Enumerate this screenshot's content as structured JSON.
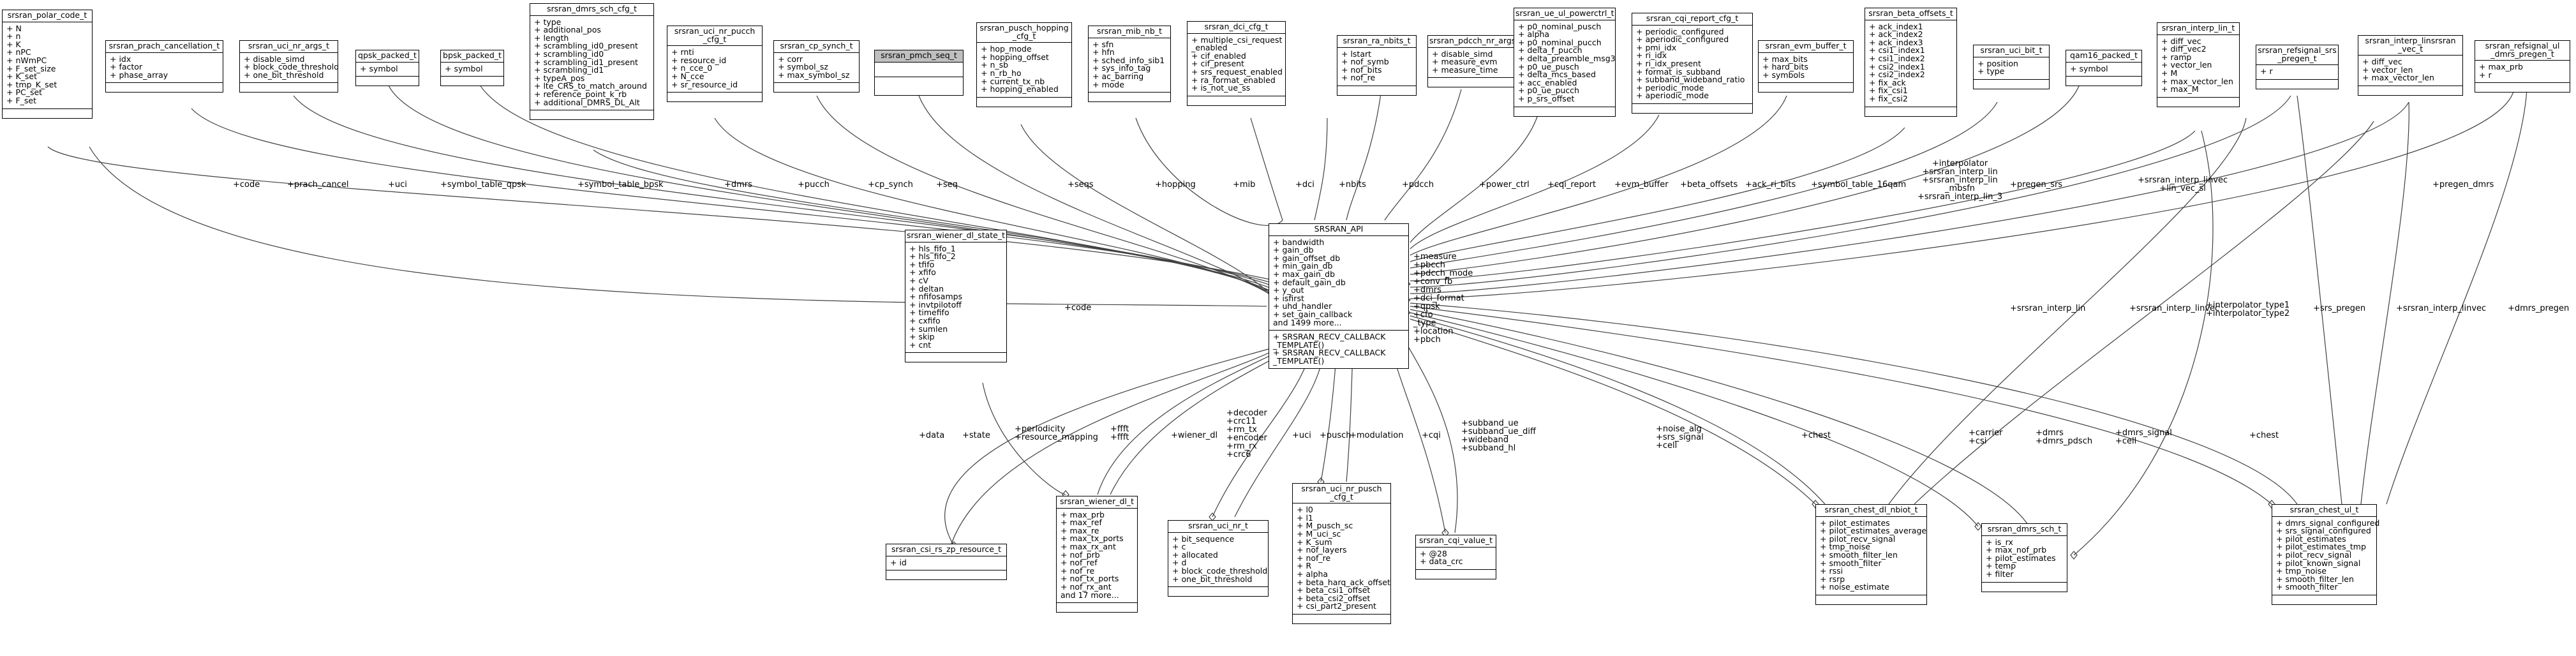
{
  "nodes": {
    "polar_code": {
      "title": "srsran_polar_code_t",
      "attrs": [
        "+ N",
        "+ n",
        "+ K",
        "+ nPC",
        "+ nWmPC",
        "+ F_set_size",
        "+ K_set",
        "+ tmp_K_set",
        "+ PC_set",
        "+ F_set"
      ]
    },
    "prach_cancellation": {
      "title": "srsran_prach_cancellation_t",
      "attrs": [
        "+ idx",
        "+ factor",
        "+ phase_array"
      ]
    },
    "uci_nr_args": {
      "title": "srsran_uci_nr_args_t",
      "attrs": [
        "+ disable_simd",
        "+ block_code_threshold",
        "+ one_bit_threshold"
      ]
    },
    "qpsk_packed": {
      "title": "qpsk_packed_t",
      "attrs": [
        "+ symbol"
      ]
    },
    "bpsk_packed": {
      "title": "bpsk_packed_t",
      "attrs": [
        "+ symbol"
      ]
    },
    "dmrs_sch_cfg": {
      "title": "srsran_dmrs_sch_cfg_t",
      "attrs": [
        "+ type",
        "+ additional_pos",
        "+ length",
        "+ scrambling_id0_present",
        "+ scrambling_id0",
        "+ scrambling_id1_present",
        "+ scrambling_id1",
        "+ typeA_pos",
        "+ lte_CRS_to_match_around",
        "+ reference_point_k_rb",
        "+ additional_DMRS_DL_Alt"
      ]
    },
    "uci_nr_pucch": {
      "title": "srsran_uci_nr_pucch\n_cfg_t",
      "attrs": [
        "+ rnti",
        "+ resource_id",
        "+ n_cce_0",
        "+ N_cce",
        "+ sr_resource_id"
      ]
    },
    "cp_synch": {
      "title": "srsran_cp_synch_t",
      "attrs": [
        "+ corr",
        "+ symbol_sz",
        "+ max_symbol_sz"
      ]
    },
    "pmch_seq": {
      "title": "srsran_pmch_seq_t",
      "attrs": []
    },
    "pusch_hopping": {
      "title": "srsran_pusch_hopping\n_cfg_t",
      "attrs": [
        "+ hop_mode",
        "+ hopping_offset",
        "+ n_sb",
        "+ n_rb_ho",
        "+ current_tx_nb",
        "+ hopping_enabled"
      ]
    },
    "mib_nb": {
      "title": "srsran_mib_nb_t",
      "attrs": [
        "+ sfn",
        "+ hfn",
        "+ sched_info_sib1",
        "+ sys_info_tag",
        "+ ac_barring",
        "+ mode"
      ]
    },
    "dci_cfg": {
      "title": "srsran_dci_cfg_t",
      "attrs": [
        "+ multiple_csi_request\n_enabled",
        "+ cif_enabled",
        "+ cif_present",
        "+ srs_request_enabled",
        "+ ra_format_enabled",
        "+ is_not_ue_ss"
      ]
    },
    "ra_nbits": {
      "title": "srsran_ra_nbits_t",
      "attrs": [
        "+ lstart",
        "+ nof_symb",
        "+ nof_bits",
        "+ nof_re"
      ]
    },
    "pdcch_nr_args": {
      "title": "srsran_pdcch_nr_args_t",
      "attrs": [
        "+ disable_simd",
        "+ measure_evm",
        "+ measure_time"
      ]
    },
    "ue_ul_powerctrl": {
      "title": "srsran_ue_ul_powerctrl_t",
      "attrs": [
        "+ p0_nominal_pusch",
        "+ alpha",
        "+ p0_nominal_pucch",
        "+ delta_f_pucch",
        "+ delta_preamble_msg3",
        "+ p0_ue_pusch",
        "+ delta_mcs_based",
        "+ acc_enabled",
        "+ p0_ue_pucch",
        "+ p_srs_offset"
      ]
    },
    "cqi_report_cfg": {
      "title": "srsran_cqi_report_cfg_t",
      "attrs": [
        "+ periodic_configured",
        "+ aperiodic_configured",
        "+ pmi_idx",
        "+ ri_idx",
        "+ ri_idx_present",
        "+ format_is_subband",
        "+ subband_wideband_ratio",
        "+ periodic_mode",
        "+ aperiodic_mode"
      ]
    },
    "evm_buffer": {
      "title": "srsran_evm_buffer_t",
      "attrs": [
        "+ max_bits",
        "+ hard_bits",
        "+ symbols"
      ]
    },
    "beta_offsets": {
      "title": "srsran_beta_offsets_t",
      "attrs": [
        "+ ack_index1",
        "+ ack_index2",
        "+ ack_index3",
        "+ csi1_index1",
        "+ csi1_index2",
        "+ csi2_index1",
        "+ csi2_index2",
        "+ fix_ack",
        "+ fix_csi1",
        "+ fix_csi2"
      ]
    },
    "uci_bit": {
      "title": "srsran_uci_bit_t",
      "attrs": [
        "+ position",
        "+ type"
      ]
    },
    "qam16_packed": {
      "title": "qam16_packed_t",
      "attrs": [
        "+ symbol"
      ]
    },
    "interp_lin": {
      "title": "srsran_interp_lin_t",
      "attrs": [
        "+ diff_vec",
        "+ diff_vec2",
        "+ ramp",
        "+ vector_len",
        "+ M",
        "+ max_vector_len",
        "+ max_M"
      ]
    },
    "refsignal_srs": {
      "title": "srsran_refsignal_srs\n_pregen_t",
      "attrs": [
        "+ r"
      ]
    },
    "interp_linsrsran": {
      "title": "srsran_interp_linsrsran\n_vec_t",
      "attrs": [
        "+ diff_vec",
        "+ vector_len",
        "+ max_vector_len"
      ]
    },
    "refsignal_ul_dmrs": {
      "title": "srsran_refsignal_ul\n_dmrs_pregen_t",
      "attrs": [
        "+ max_prb",
        "+ r"
      ]
    },
    "srsran_api": {
      "title": "SRSRAN_API",
      "attrs": [
        "+ bandwidth",
        "+ gain_db",
        "+ gain_offset_db",
        "+ min_gain_db",
        "+ max_gain_db",
        "+ default_gain_db",
        "+ y_out",
        "+ isfirst",
        "+ uhd_handler",
        "+ set_gain_callback",
        "and 1499 more..."
      ],
      "methods": [
        "+ SRSRAN_RECV_CALLBACK\n_TEMPLATE()",
        "+ SRSRAN_RECV_CALLBACK\n_TEMPLATE()"
      ]
    },
    "wiener_dl_state": {
      "title": "srsran_wiener_dl_state_t",
      "attrs": [
        "+ hls_fifo_1",
        "+ hls_fifo_2",
        "+ tfifo",
        "+ xfifo",
        "+ cV",
        "+ deltan",
        "+ nfifosamps",
        "+ invtpilotoff",
        "+ timefifo",
        "+ cxfifo",
        "+ sumlen",
        "+ skip",
        "+ cnt"
      ]
    },
    "csi_rs_zp": {
      "title": "srsran_csi_rs_zp_resource_t",
      "attrs": [
        "+ id"
      ]
    },
    "wiener_dl": {
      "title": "srsran_wiener_dl_t",
      "attrs": [
        "+ max_prb",
        "+ max_ref",
        "+ max_re",
        "+ max_tx_ports",
        "+ max_rx_ant",
        "+ nof_prb",
        "+ nof_ref",
        "+ nof_re",
        "+ nof_tx_ports",
        "+ nof_rx_ant",
        "and 17 more..."
      ]
    },
    "uci_nr": {
      "title": "srsran_uci_nr_t",
      "attrs": [
        "+ bit_sequence",
        "+ c",
        "+ allocated",
        "+ d",
        "+ block_code_threshold",
        "+ one_bit_threshold"
      ]
    },
    "uci_nr_pusch": {
      "title": "srsran_uci_nr_pusch\n_cfg_t",
      "attrs": [
        "+ l0",
        "+ l1",
        "+ M_pusch_sc",
        "+ M_uci_sc",
        "+ K_sum",
        "+ nof_layers",
        "+ nof_re",
        "+ R",
        "+ alpha",
        "+ beta_harq_ack_offset",
        "+ beta_csi1_offset",
        "+ beta_csi2_offset",
        "+ csi_part2_present"
      ]
    },
    "cqi_value": {
      "title": "srsran_cqi_value_t",
      "attrs": [
        "+ @28",
        "+ data_crc"
      ]
    },
    "chest_dl_nbiot": {
      "title": "srsran_chest_dl_nbiot_t",
      "attrs": [
        "+ pilot_estimates",
        "+ pilot_estimates_average",
        "+ pilot_recv_signal",
        "+ tmp_noise",
        "+ smooth_filter_len",
        "+ smooth_filter",
        "+ rssi",
        "+ rsrp",
        "+ noise_estimate"
      ]
    },
    "dmrs_sch": {
      "title": "srsran_dmrs_sch_t",
      "attrs": [
        "+ is_rx",
        "+ max_nof_prb",
        "+ pilot_estimates",
        "+ temp",
        "+ filter"
      ]
    },
    "chest_ul": {
      "title": "srsran_chest_ul_t",
      "attrs": [
        "+ dmrs_signal_configured",
        "+ srs_signal_configured",
        "+ pilot_estimates",
        "+ pilot_estimates_tmp",
        "+ pilot_recv_signal",
        "+ pilot_known_signal",
        "+ tmp_noise",
        "+ smooth_filter_len",
        "+ smooth_filter"
      ]
    }
  },
  "edge_labels": {
    "code": "+code",
    "prach_cancel": "+prach_cancel",
    "uci": "+uci",
    "symbol_table_qpsk": "+symbol_table_qpsk",
    "symbol_table_bpsk": "+symbol_table_bpsk",
    "dmrs": "+dmrs",
    "pucch": "+pucch",
    "cp_synch": "+cp_synch",
    "seq": "+seq",
    "seqs": "+seqs",
    "hopping": "+hopping",
    "mib": "+mib",
    "dci": "+dci",
    "nbits": "+nbits",
    "pdcch": "+pdcch",
    "power_ctrl": "+power_ctrl",
    "cqi_report": "+cqi_report",
    "evm_buffer": "+evm_buffer",
    "beta_offsets": "+beta_offsets",
    "ack_ri_bits": "+ack_ri_bits",
    "symbol_table_16qam": "+symbol_table_16qam",
    "interp_group": "+interpolator\n+srsran_interp_lin\n+srsran_interp_lin\n_mbsfn\n+srsran_interp_lin_3",
    "pregen_srs": "+pregen_srs",
    "interp_linvec": "+srsran_interp_linvec\n+lin_vec_sl",
    "pregen_dmrs": "+pregen_dmrs",
    "api_right": "+measure\n+pbcch\n+pdcch_mode\n+conv_fb\n+dmrs\n+dci_format\n+qpsk\n+cfo\n_type\n+location\n+pbch",
    "code2": "+code",
    "data": "+data",
    "state": "+state",
    "periodicity": "+periodicity\n+resource_mapping",
    "ffft": "+ffft\n+ffft",
    "wiener_dl": "+wiener_dl",
    "decoder": "+decoder\n+crc11\n+rm_tx\n+encoder\n+rm_rx\n+crc6",
    "uci2": "+uci",
    "pusch": "+pusch",
    "modulation": "+modulation",
    "cqi": "+cqi",
    "subband": "+subband_ue\n+subband_ue_diff\n+wideband\n+subband_hl",
    "noise_alg": "+noise_alg\n+srs_signal\n+cell",
    "chest": "+chest",
    "carrier": "+carrier\n+csi",
    "dmrs_pregen": "+dmrs\n+dmrs_pdsch",
    "dmrs_signal": "+dmrs_signal\n+cell",
    "chest2": "+chest",
    "srsran_interp_lin": "+srsran_interp_lin",
    "srsran_interp_linvec": "+srsran_interp_linvec",
    "interpolator_type": "+interpolator_type1\n+interpolator_type2",
    "srs_pregen": "+srs_pregen",
    "srsran_interp_linvec2": "+srsran_interp_linvec",
    "dmrs_pregen2": "+dmrs_pregen"
  }
}
